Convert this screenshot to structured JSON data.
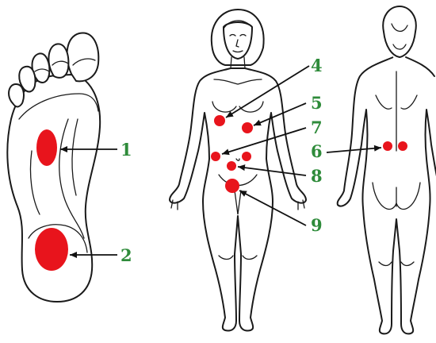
{
  "colors": {
    "marker": "#e8141c",
    "label": "#2e8b3a",
    "outline": "#1a1a1a",
    "background": "#ffffff"
  },
  "labels": {
    "p1": "1",
    "p2": "2",
    "p4": "4",
    "p5": "5",
    "p6": "6",
    "p7": "7",
    "p8": "8",
    "p9": "9"
  }
}
